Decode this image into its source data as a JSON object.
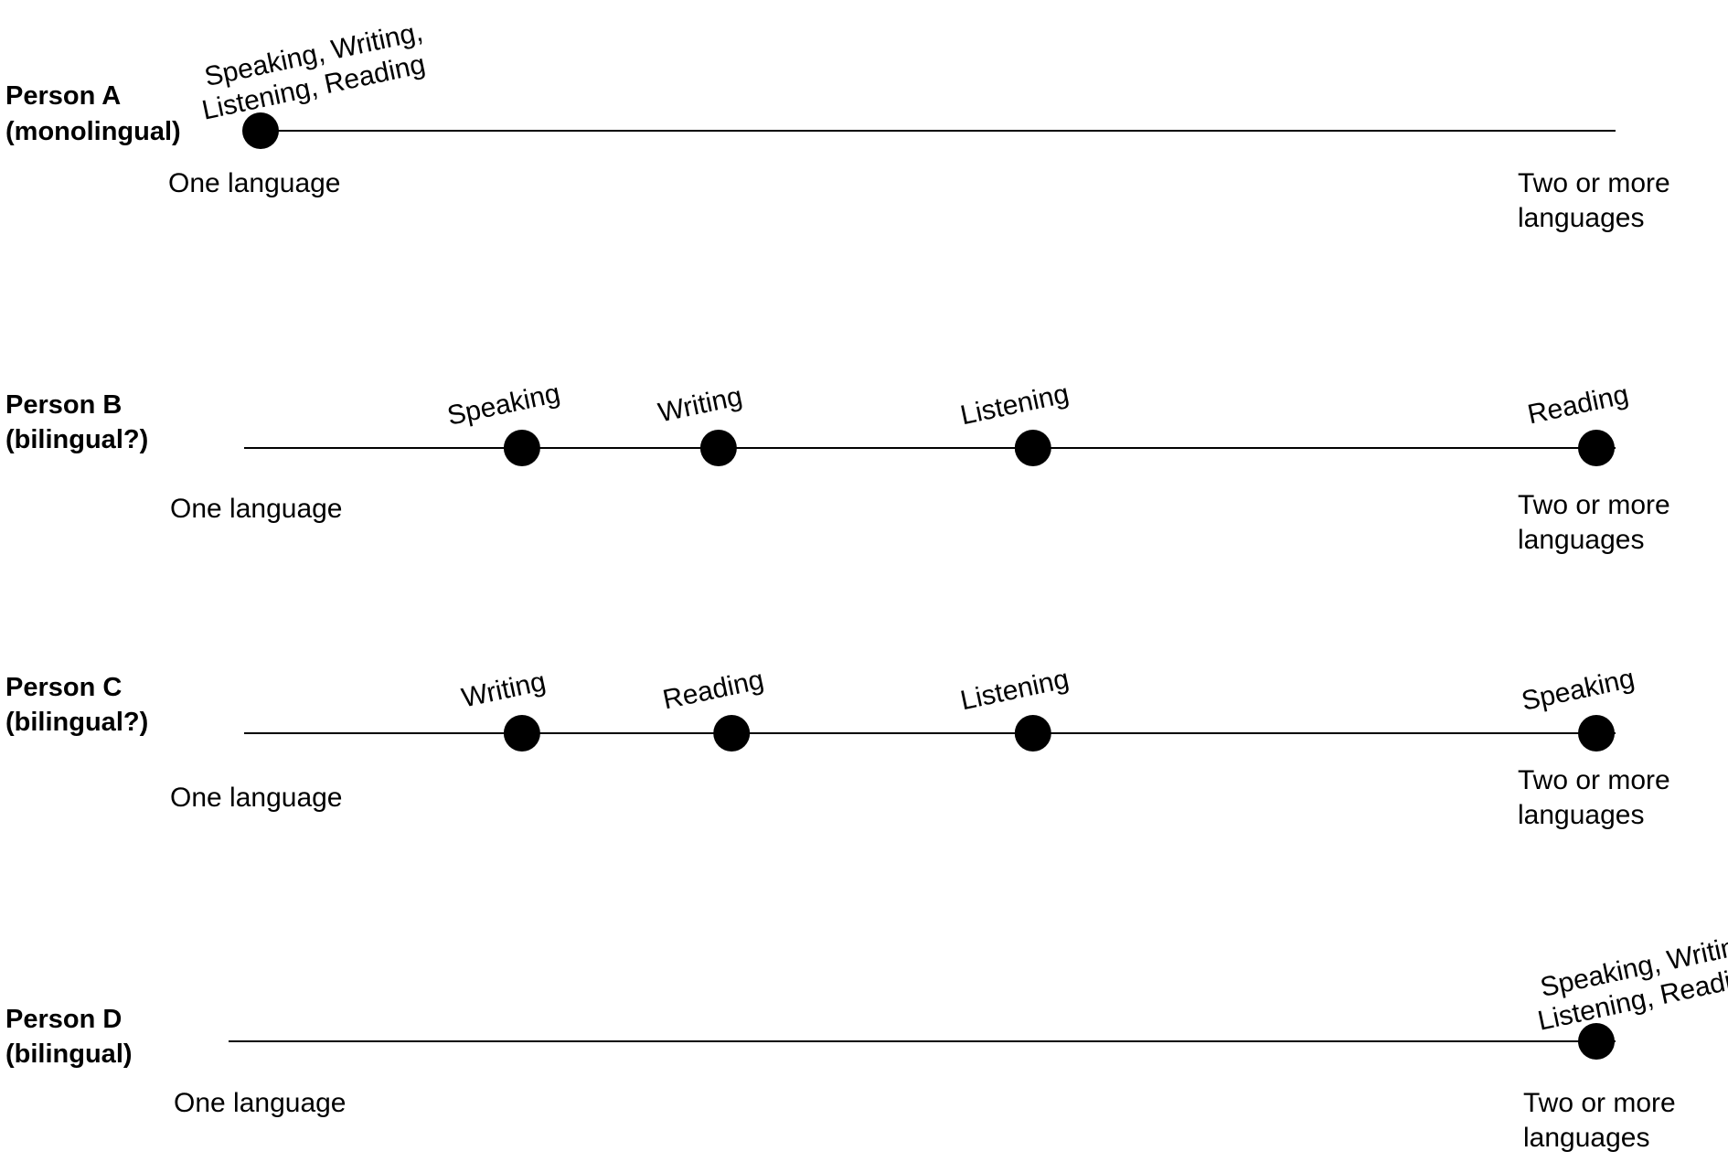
{
  "scale": {
    "low_label": "One language",
    "high_label_line1": "Two or more",
    "high_label_line2": "languages"
  },
  "persons": [
    {
      "name_line1": "Person A",
      "name_line2": "(monolingual)",
      "points": [
        {
          "position": 0.0,
          "label_lines": [
            "Speaking, Writing,",
            "Listening, Reading"
          ]
        }
      ]
    },
    {
      "name_line1": "Person B",
      "name_line2": "(bilingual?)",
      "points": [
        {
          "position": 0.18,
          "label_lines": [
            "Speaking"
          ]
        },
        {
          "position": 0.33,
          "label_lines": [
            "Writing"
          ]
        },
        {
          "position": 0.57,
          "label_lines": [
            "Listening"
          ]
        },
        {
          "position": 1.0,
          "label_lines": [
            "Reading"
          ]
        }
      ]
    },
    {
      "name_line1": "Person C",
      "name_line2": "(bilingual?)",
      "points": [
        {
          "position": 0.18,
          "label_lines": [
            "Writing"
          ]
        },
        {
          "position": 0.34,
          "label_lines": [
            "Reading"
          ]
        },
        {
          "position": 0.57,
          "label_lines": [
            "Listening"
          ]
        },
        {
          "position": 1.0,
          "label_lines": [
            "Speaking"
          ]
        }
      ]
    },
    {
      "name_line1": "Person D",
      "name_line2": "(bilingual)",
      "points": [
        {
          "position": 1.0,
          "label_lines": [
            "Speaking, Writing,",
            "Listening, Reading"
          ]
        }
      ]
    }
  ]
}
